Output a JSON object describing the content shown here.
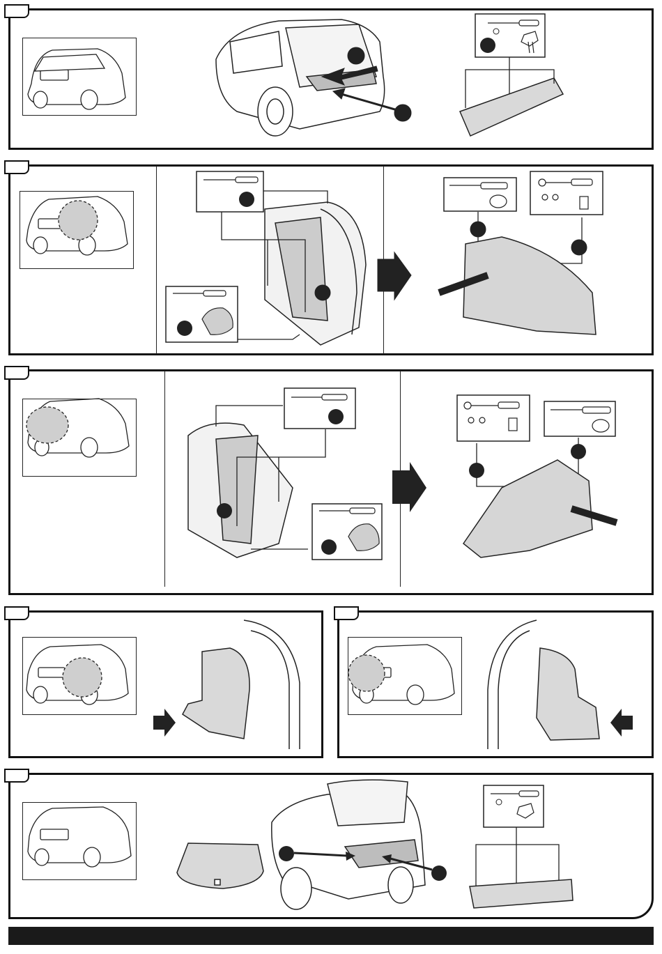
{
  "page": {
    "type": "installation-instructions",
    "text_labels": "none visible"
  },
  "steps": [
    {
      "id": "step-1",
      "icons": [
        "hatchback-rear-view-icon",
        "cargo-floor-panel-icon",
        "screwdriver-icon",
        "push-clip-icon"
      ]
    },
    {
      "id": "step-2",
      "icons": [
        "hatchback-left-side-icon",
        "screwdriver-icon",
        "trim-clip-icon",
        "socket-wrench-icon",
        "bolt-icon"
      ]
    },
    {
      "id": "step-3",
      "icons": [
        "hatchback-right-side-icon",
        "screwdriver-icon",
        "trim-clip-icon",
        "socket-wrench-icon",
        "bolt-icon"
      ]
    },
    {
      "id": "step-4a",
      "icons": [
        "sedan-left-rear-icon",
        "side-trim-panel-icon"
      ]
    },
    {
      "id": "step-4b",
      "icons": [
        "sedan-right-rear-icon",
        "side-trim-panel-icon"
      ]
    },
    {
      "id": "step-5",
      "icons": [
        "sedan-rear-view-icon",
        "trunk-mat-icon",
        "screwdriver-icon",
        "push-clip-icon"
      ]
    }
  ],
  "colors": {
    "line": "#111111",
    "shade": "#cccccc",
    "panel_fill": "#d9d9d9",
    "footer": "#1a1a1a"
  }
}
